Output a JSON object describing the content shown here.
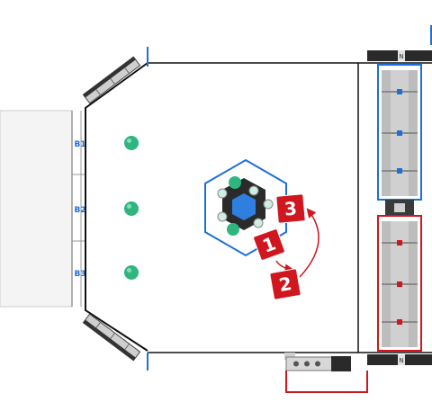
{
  "field": {
    "stations": [
      {
        "label": "B1"
      },
      {
        "label": "B2"
      },
      {
        "label": "B3"
      }
    ],
    "reef_markers": [
      {
        "digit": "3"
      },
      {
        "digit": "1"
      },
      {
        "digit": "2"
      }
    ],
    "barge_label": "N",
    "colors": {
      "blue_alliance": "#1e6fd9",
      "red_alliance": "#d0161e",
      "algae": "#2fb67e",
      "field_line": "#111111",
      "barge_gray": "#c0c0c0"
    },
    "icons": [
      "reef-hexagon-icon",
      "algae-ball-icon",
      "robot-marker-icon",
      "path-arrow-icon",
      "coral-station-icon"
    ]
  }
}
